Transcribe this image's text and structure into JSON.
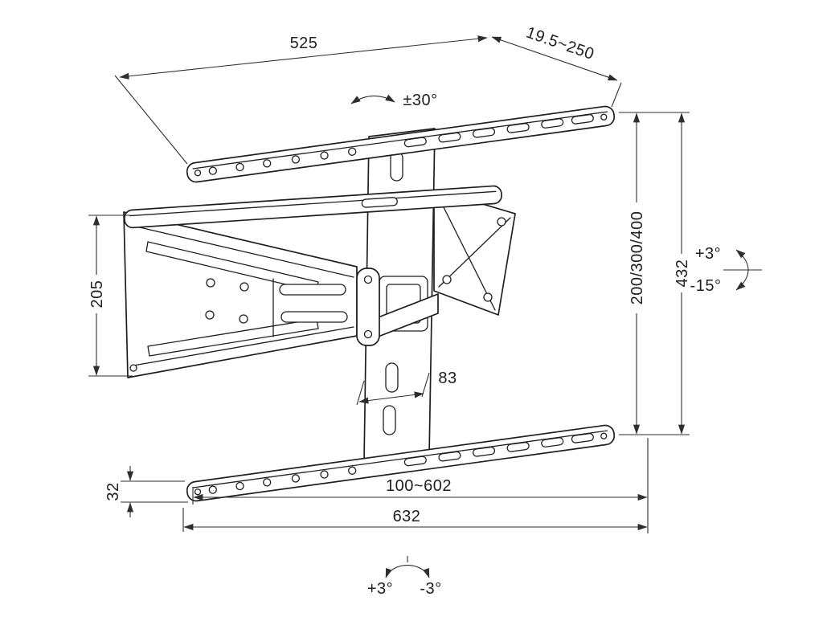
{
  "drawing": {
    "dimensions": {
      "top_width": "525",
      "extension_depth": "19.5~250",
      "swivel": "±30°",
      "overall_height": "432",
      "vesa_vertical": "200/300/400",
      "tilt_up": "+3°",
      "tilt_down": "-15°",
      "plate_height": "205",
      "column_width": "83",
      "rail_thickness": "32",
      "hole_span": "100~602",
      "rail_length": "632",
      "level_left": "+3°",
      "level_right": "-3°"
    }
  }
}
